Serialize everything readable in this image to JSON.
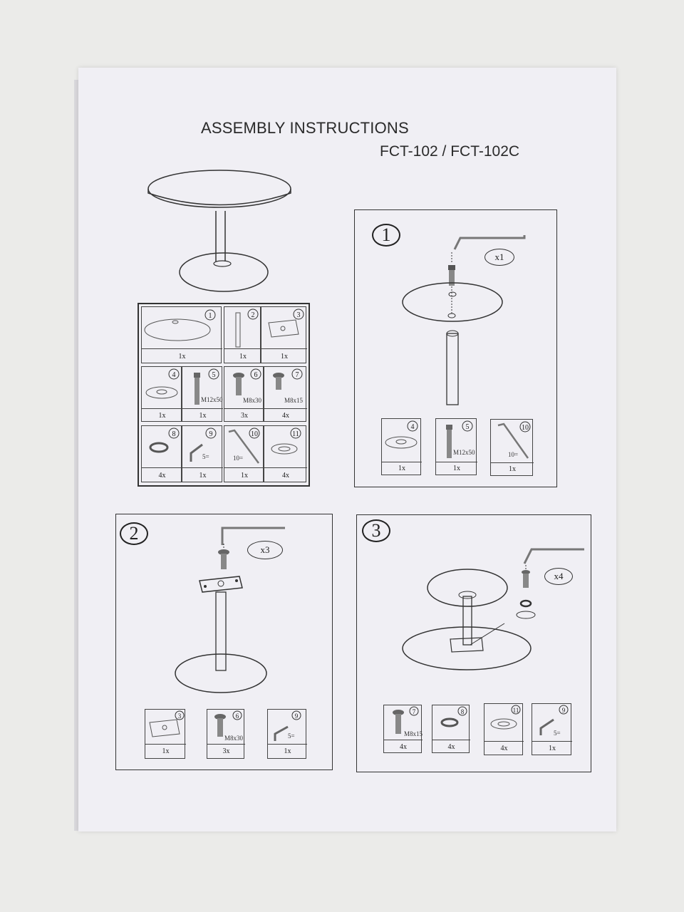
{
  "title": "ASSEMBLY INSTRUCTIONS",
  "model": "FCT-102 / FCT-102C",
  "parts": [
    {
      "num": "1",
      "qty": "1x"
    },
    {
      "num": "2",
      "qty": "1x"
    },
    {
      "num": "3",
      "qty": "1x"
    },
    {
      "num": "4",
      "qty": "1x"
    },
    {
      "num": "5",
      "qty": "1x",
      "spec": "M12x50"
    },
    {
      "num": "6",
      "qty": "3x",
      "spec": "M8x30"
    },
    {
      "num": "7",
      "qty": "4x",
      "spec": "M8x15"
    },
    {
      "num": "8",
      "qty": "4x"
    },
    {
      "num": "9",
      "qty": "1x",
      "spec": "5="
    },
    {
      "num": "10",
      "qty": "1x",
      "spec": "10="
    },
    {
      "num": "11",
      "qty": "4x"
    }
  ],
  "steps": [
    {
      "num": "1",
      "count": "x1",
      "items": [
        {
          "num": "4",
          "qty": "1x"
        },
        {
          "num": "5",
          "qty": "1x",
          "spec": "M12x50"
        },
        {
          "num": "10",
          "qty": "1x",
          "spec": "10="
        }
      ]
    },
    {
      "num": "2",
      "count": "x3",
      "items": [
        {
          "num": "3",
          "qty": "1x"
        },
        {
          "num": "6",
          "qty": "3x",
          "spec": "M8x30"
        },
        {
          "num": "9",
          "qty": "1x",
          "spec": "5="
        }
      ]
    },
    {
      "num": "3",
      "count": "x4",
      "items": [
        {
          "num": "7",
          "qty": "4x",
          "spec": "M8x15"
        },
        {
          "num": "8",
          "qty": "4x"
        },
        {
          "num": "11",
          "qty": "4x"
        },
        {
          "num": "9",
          "qty": "1x",
          "spec": "5="
        }
      ]
    }
  ]
}
